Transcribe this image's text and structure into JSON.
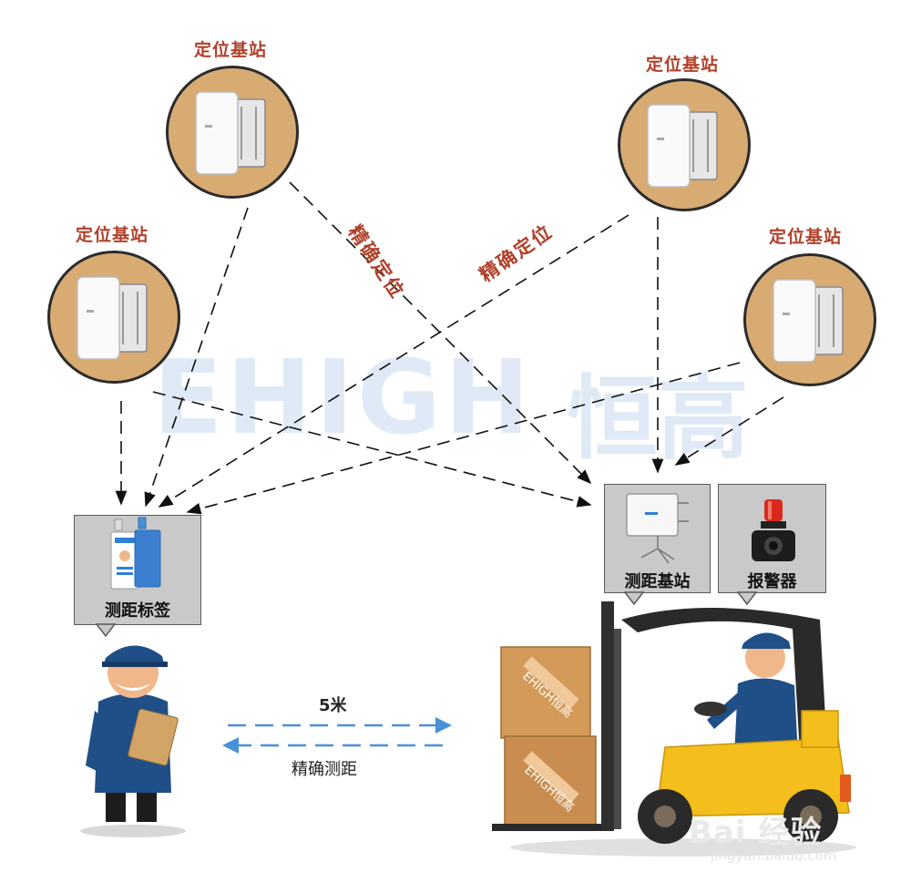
{
  "watermark": {
    "en": "EHIGH",
    "cn": "恒高"
  },
  "stations": {
    "top_left": "定位基站",
    "top_right": "定位基站",
    "mid_left": "定位基站",
    "mid_right": "定位基站"
  },
  "diagonal_labels": {
    "left": "精确定位",
    "right": "精确定位"
  },
  "callouts": {
    "tag": "测距标签",
    "ranging_station": "测距基站",
    "alarm": "报警器"
  },
  "range": {
    "distance": "5米",
    "caption": "精确测距"
  },
  "box_text": "EHIGH恒高",
  "corner_watermark": {
    "brand": "Bai 经验",
    "url": "jingyan.baidu.com"
  },
  "colors": {
    "label_red": "#b0412b",
    "station_fill": "#d8ab73",
    "arrow_blue": "#4a90d9",
    "forklift_yellow": "#f4bf1c",
    "uniform_blue": "#1f4f86"
  }
}
